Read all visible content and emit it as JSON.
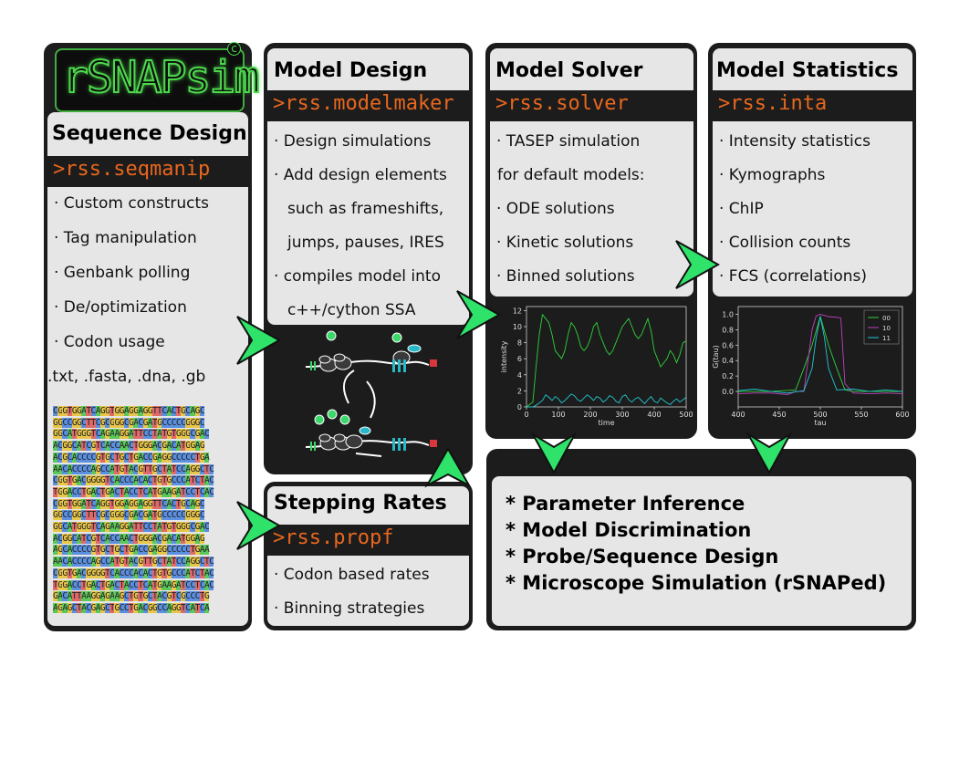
{
  "logo": {
    "text": "rSNAPsim",
    "badge": "c"
  },
  "sequence_design": {
    "title": "Sequence Design",
    "command": ">rss.seqmanip",
    "items": [
      "· Custom constructs",
      "· Tag manipulation",
      "· Genbank polling",
      "· De/optimization",
      "· Codon usage",
      ".txt, .fasta, .dna, .gb"
    ],
    "sequence_lines": [
      "CGGTGGATCAGGTGGAGGAGGTTCACTGCAGC",
      "GGCCGGCTTCGCGGGCGACGATGCCCCCGGGC",
      "GGCATGGGTCAGAAGGATTCCTATGTGGGCGAC",
      "ACGGCATCGTCACCAACTGGGACGACATGGAG",
      "ACGCACCCCGTGCTGCTGACCGAGGCCCCCTGA",
      "AACACCCCAGCCATGTACGTTGCTATCCAGGCTC",
      "CGGTGACGGGGTCACCCACACTGTGCCCATCTAC",
      "TGGACCTGACTGACTACCTCATGAAGATCCTCAC",
      "CGGTGGATCAGGTGGAGGAGGTTCACTGCAGC",
      "GGCCGGCTTCGCGGGCGACGATGCCCCCGGGC",
      "GGCATGGGTCAGAAGGATTCCTATGTGGGCGAC",
      "ACGGCATCGTCACCAACTGGGACGACATGGAG",
      "AGCACCCCGTGCTGCTGACCGAGGCCCCCTGAA",
      "AACACCCCAGCCATGTACGTTGCTATCCAGGCTC",
      "CGGTGACGGGGTCACCCACACTGTGCCCATCTAC",
      "TGGACCTGACTGACTACCTCATGAAGATCCTCAC",
      "GACATTAAGGAGAAGCTGTGCTACGTCGCCCTG",
      "AGAGCTACGAGCTGCCTGACGGCCAGGTCATCA"
    ]
  },
  "model_design": {
    "title": "Model Design",
    "command": ">rss.modelmaker",
    "items": [
      "· Design simulations",
      "· Add design elements",
      "such as frameshifts,",
      "jumps, pauses, IRES",
      "· compiles model into",
      "c++/cython SSA"
    ]
  },
  "stepping_rates": {
    "title": "Stepping Rates",
    "command": ">rss.propf",
    "items": [
      "· Codon based rates",
      "· Binning strategies"
    ]
  },
  "model_solver": {
    "title": "Model Solver",
    "command": ">rss.solver",
    "items": [
      "· TASEP simulation",
      "for default models:",
      "· ODE solutions",
      "· Kinetic solutions",
      "· Binned solutions"
    ]
  },
  "model_statistics": {
    "title": "Model Statistics",
    "command": ">rss.inta",
    "items": [
      "· Intensity statistics",
      "· Kymographs",
      "· ChIP",
      "· Collision counts",
      "· FCS (correlations)"
    ]
  },
  "applications": {
    "items": [
      "* Parameter Inference",
      "* Model Discrimination",
      "* Probe/Sequence Design",
      "* Microscope Simulation (rSNAPed)"
    ]
  },
  "colors": {
    "panel": "#1c1c1c",
    "box": "#e6e6e6",
    "command": "#e8671e",
    "arrow": "#2fe36a",
    "logo": "#4cd94c"
  },
  "chart_data": [
    {
      "type": "line",
      "xlabel": "time",
      "ylabel": "intensity",
      "xlim": [
        0,
        500
      ],
      "ylim": [
        0,
        12.5
      ],
      "xticks": [
        0,
        100,
        200,
        300,
        400,
        500
      ],
      "yticks": [
        0,
        2,
        4,
        6,
        8,
        10,
        12
      ],
      "series": [
        {
          "color": "#2fd23a",
          "x": [
            0,
            10,
            20,
            30,
            40,
            50,
            60,
            70,
            80,
            90,
            100,
            110,
            120,
            130,
            140,
            150,
            160,
            170,
            180,
            190,
            200,
            210,
            220,
            230,
            240,
            250,
            260,
            270,
            280,
            290,
            300,
            310,
            320,
            330,
            340,
            350,
            360,
            370,
            380,
            390,
            400,
            410,
            420,
            430,
            440,
            450,
            460,
            470,
            480,
            490,
            500
          ],
          "y": [
            0,
            0.3,
            0.6,
            5,
            9,
            11.5,
            11,
            10.5,
            9,
            7,
            6.5,
            6,
            7,
            9,
            10.5,
            10,
            9,
            7.5,
            7,
            7.5,
            8.5,
            10,
            10.5,
            9,
            8,
            7,
            6.5,
            7,
            8,
            9,
            10,
            10.5,
            11,
            10,
            9,
            8.5,
            9,
            10,
            11,
            9.5,
            7,
            6,
            5,
            5.5,
            6,
            7,
            6.5,
            5.5,
            6.5,
            8,
            8.2
          ]
        },
        {
          "color": "#22c8d2",
          "x": [
            0,
            10,
            20,
            30,
            40,
            50,
            60,
            70,
            80,
            90,
            100,
            110,
            120,
            130,
            140,
            150,
            160,
            170,
            180,
            190,
            200,
            210,
            220,
            230,
            240,
            250,
            260,
            270,
            280,
            290,
            300,
            310,
            320,
            330,
            340,
            350,
            360,
            370,
            380,
            390,
            400,
            410,
            420,
            430,
            440,
            450,
            460,
            470,
            480,
            490,
            500
          ],
          "y": [
            0,
            0,
            0,
            0.2,
            0.5,
            0.8,
            1.5,
            1.2,
            0.8,
            1.3,
            1,
            0.5,
            0.8,
            1.2,
            1.6,
            1.4,
            0.9,
            0.7,
            1.1,
            1.5,
            1.2,
            0.8,
            1.3,
            1.1,
            0.6,
            0.9,
            1.4,
            1.2,
            0.7,
            0.5,
            1.3,
            1.5,
            0.9,
            0.6,
            1,
            1.2,
            0.8,
            0.4,
            0.9,
            1.3,
            0.7,
            0.5,
            1.1,
            0.8,
            0.5,
            0.3,
            0.7,
            1,
            0.6,
            0.9,
            1.2
          ]
        }
      ]
    },
    {
      "type": "line",
      "xlabel": "tau",
      "ylabel": "G(tau)",
      "xlim": [
        400,
        600
      ],
      "ylim": [
        -0.2,
        1.1
      ],
      "xticks": [
        400,
        450,
        500,
        550,
        600
      ],
      "yticks": [
        0.0,
        0.2,
        0.4,
        0.6,
        0.8,
        1.0
      ],
      "legend": "top-right",
      "series": [
        {
          "name": "00",
          "color": "#2fd23a",
          "x": [
            400,
            440,
            470,
            480,
            490,
            500,
            510,
            520,
            530,
            540,
            560,
            600
          ],
          "y": [
            0,
            0,
            0.02,
            0.3,
            0.6,
            0.97,
            0.6,
            0.3,
            0.02,
            0,
            0,
            0
          ]
        },
        {
          "name": "10",
          "color": "#c040c0",
          "x": [
            400,
            420,
            440,
            460,
            470,
            480,
            490,
            495,
            500,
            510,
            520,
            525,
            530,
            540,
            560,
            580,
            600
          ],
          "y": [
            -0.03,
            -0.02,
            -0.02,
            -0.04,
            0,
            0,
            0.8,
            0.98,
            1.0,
            0.97,
            0.96,
            0.95,
            0.1,
            -0.02,
            -0.03,
            -0.02,
            -0.03
          ]
        },
        {
          "name": "11",
          "color": "#22c8d2",
          "x": [
            400,
            420,
            440,
            460,
            480,
            490,
            495,
            500,
            505,
            510,
            520,
            540,
            560,
            580,
            600
          ],
          "y": [
            0.01,
            0.03,
            0,
            -0.02,
            0.01,
            0.3,
            0.7,
            0.97,
            0.7,
            0.3,
            0.02,
            0.03,
            0,
            0.02,
            0
          ]
        }
      ]
    }
  ]
}
